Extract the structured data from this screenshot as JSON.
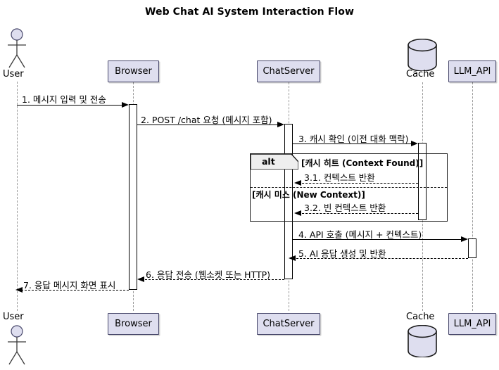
{
  "diagram": {
    "title": "Web Chat AI System Interaction Flow",
    "type": "uml-sequence-diagram",
    "colors": {
      "participant_fill": "#DEDEEF",
      "participant_border": "#48486B",
      "fragment_tab_fill": "#EEEEEE",
      "line": "#000000",
      "lifeline": "#9A9A9A",
      "background": "#FFFFFF"
    }
  },
  "participants": [
    {
      "id": "user",
      "name": "User",
      "shape": "actor"
    },
    {
      "id": "browser",
      "name": "Browser",
      "shape": "box"
    },
    {
      "id": "chatserver",
      "name": "ChatServer",
      "shape": "box"
    },
    {
      "id": "cache",
      "name": "Cache",
      "shape": "database"
    },
    {
      "id": "llm",
      "name": "LLM_API",
      "shape": "box"
    }
  ],
  "messages": [
    {
      "seq": "1",
      "label": "1. 메시지 입력 및 전송",
      "from": "user",
      "to": "browser",
      "style": "solid",
      "direction": "right"
    },
    {
      "seq": "2",
      "label": "2. POST /chat 요청 (메시지 포함)",
      "from": "browser",
      "to": "chatserver",
      "style": "solid",
      "direction": "right"
    },
    {
      "seq": "3",
      "label": "3. 캐시 확인 (이전 대화 맥락)",
      "from": "chatserver",
      "to": "cache",
      "style": "solid",
      "direction": "right"
    },
    {
      "seq": "3.1",
      "label": "3.1. 컨텍스트 반환",
      "from": "cache",
      "to": "chatserver",
      "style": "dashed",
      "direction": "left"
    },
    {
      "seq": "3.2",
      "label": "3.2. 빈 컨텍스트 반환",
      "from": "cache",
      "to": "chatserver",
      "style": "dashed",
      "direction": "left"
    },
    {
      "seq": "4",
      "label": "4. API 호출 (메시지 + 컨텍스트)",
      "from": "chatserver",
      "to": "llm",
      "style": "solid",
      "direction": "right"
    },
    {
      "seq": "5",
      "label": "5. AI 응답 생성 및 반환",
      "from": "llm",
      "to": "chatserver",
      "style": "dashed",
      "direction": "left"
    },
    {
      "seq": "6",
      "label": "6. 응답 전송 (웹소켓 또는 HTTP)",
      "from": "chatserver",
      "to": "browser",
      "style": "dashed",
      "direction": "left"
    },
    {
      "seq": "7",
      "label": "7. 응답 메시지 화면 표시",
      "from": "browser",
      "to": "user",
      "style": "dashed",
      "direction": "left"
    }
  ],
  "fragment": {
    "operator": "alt",
    "guards": [
      "[캐시 히트 (Context Found)]",
      "[캐시 미스 (New Context)]"
    ]
  }
}
